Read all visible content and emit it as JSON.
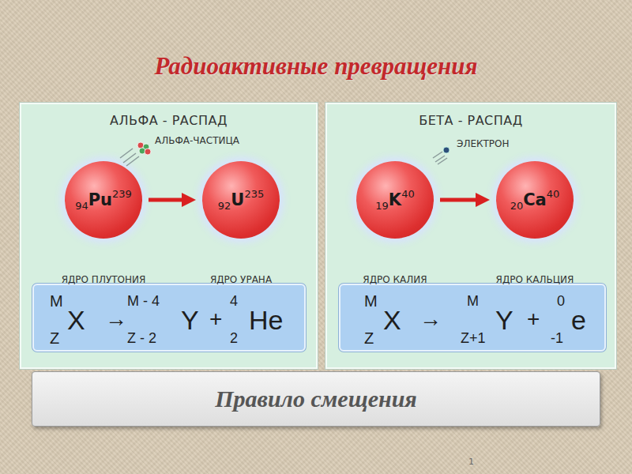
{
  "diagram": {
    "title": "Радиоактивные превращения",
    "nodes": [
      {
        "text": [
          "АЛЬФА - РАСПАД"
        ]
      },
      {
        "text": [
          "94",
          "Pu",
          "239",
          "ЯДРО ПЛУТОНИЯ"
        ],
        "in": 0
      },
      {
        "text": [
          "92",
          "U",
          "235",
          "ЯДРО УРАНА"
        ],
        "in": 0
      },
      {
        "text": [
          "M",
          "Z",
          "X",
          "→",
          "M - 4",
          "Z - 2",
          "Y",
          "+",
          "4",
          "2",
          "He"
        ],
        "in": 0
      },
      {
        "text": [
          "БЕТА - РАСПАД"
        ]
      },
      {
        "text": [
          "19",
          "K",
          "40",
          "ЯДРО КАЛИЯ"
        ],
        "in": 4
      },
      {
        "text": [
          "20",
          "Ca",
          "40",
          "ЯДРО КАЛЬЦИЯ"
        ],
        "in": 4
      },
      {
        "text": [
          "M",
          "Z",
          "X",
          "→",
          "M",
          "Z+1",
          "Y",
          "+",
          "0",
          "-1",
          "e"
        ],
        "in": 4
      },
      {
        "text": [
          "Правило смещения"
        ]
      }
    ],
    "edges": [
      {
        "from": 1,
        "to": 2,
        "arrow": "to"
      },
      {
        "from": 5,
        "to": 6,
        "arrow": "to"
      }
    ],
    "labels": [
      "АЛЬФА-ЧАСТИЦА",
      "ЭЛЕКТРОН",
      "1"
    ]
  }
}
